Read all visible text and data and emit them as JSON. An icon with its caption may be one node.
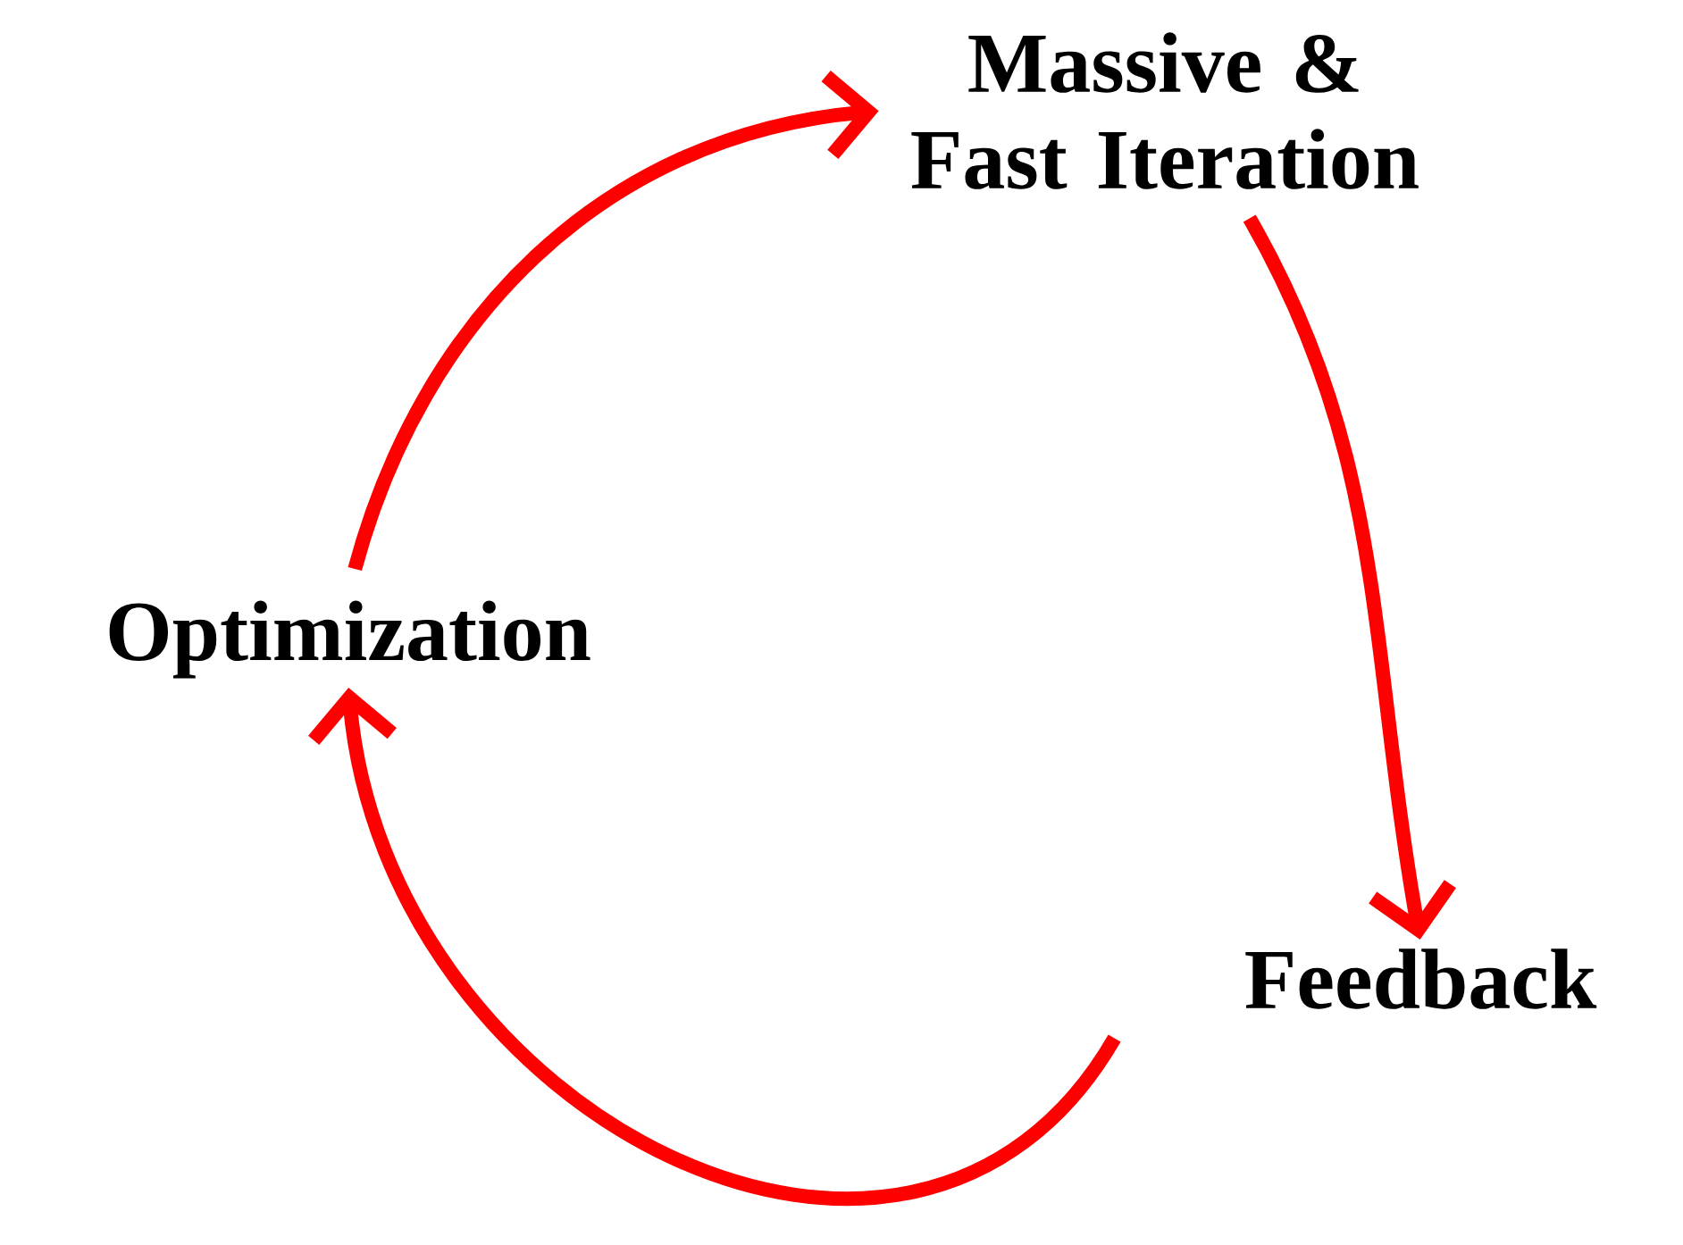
{
  "diagram": {
    "nodes": [
      {
        "text": [
          "Massive & Fast Iteration"
        ]
      },
      {
        "text": [
          "Feedback"
        ]
      },
      {
        "text": [
          "Optimization"
        ]
      }
    ],
    "edges": [
      {
        "from": 2,
        "to": 0,
        "arrow": "to"
      },
      {
        "from": 0,
        "to": 1,
        "arrow": "to"
      },
      {
        "from": 1,
        "to": 2,
        "arrow": "to"
      }
    ]
  }
}
